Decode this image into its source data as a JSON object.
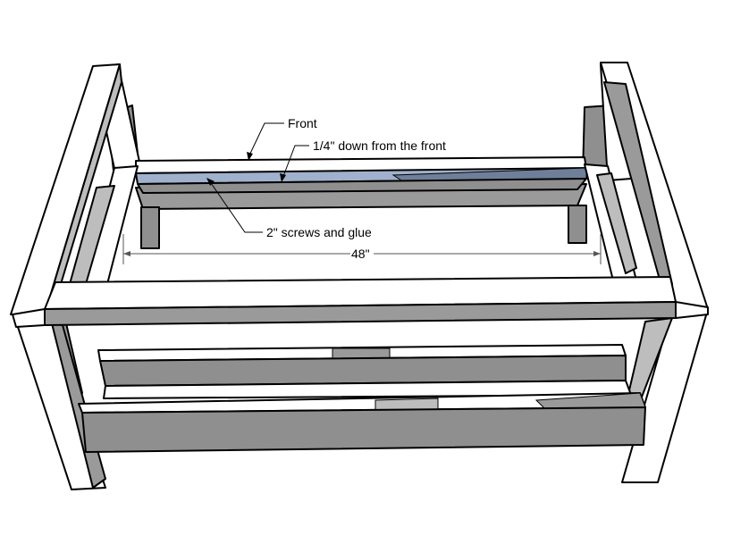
{
  "annotations": {
    "front": "Front",
    "offset": "1/4\" down from the front",
    "fasteners": "2\" screws and glue",
    "width": "48\""
  },
  "colors": {
    "face_light": "#ffffff",
    "face_mid": "#bdbdbd",
    "face_dark": "#8f8f8f",
    "face_shadow": "#9a9a9a",
    "highlight_board": "#9fb1cc",
    "highlight_board_dark": "#6f7f99",
    "outline": "#000000"
  }
}
